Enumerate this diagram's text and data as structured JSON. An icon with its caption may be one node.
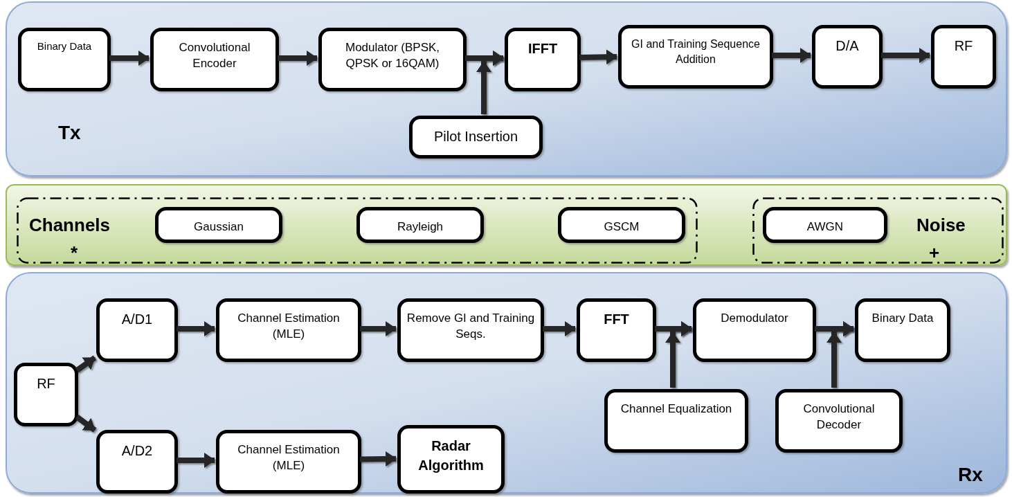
{
  "diagram": {
    "nodes": [
      {
        "text": [
          "Tx"
        ]
      },
      {
        "text": [
          "Binary Data"
        ],
        "in": 0
      },
      {
        "text": [
          "Convolutional Encoder"
        ],
        "in": 0
      },
      {
        "text": [
          "Modulator (BPSK, QPSK or 16QAM)"
        ],
        "in": 0
      },
      {
        "text": [
          "IFFT"
        ],
        "in": 0
      },
      {
        "text": [
          "GI and Training Sequence Addition"
        ],
        "in": 0
      },
      {
        "text": [
          "D/A"
        ],
        "in": 0
      },
      {
        "text": [
          "RF"
        ],
        "in": 0
      },
      {
        "text": [
          "Pilot Insertion"
        ],
        "in": 0
      },
      {
        "text": [],
        "shape": "band"
      },
      {
        "text": [
          "Channels",
          "*"
        ],
        "in": 9
      },
      {
        "text": [
          "Gaussian"
        ],
        "in": 10
      },
      {
        "text": [
          "Rayleigh"
        ],
        "in": 10
      },
      {
        "text": [
          "GSCM"
        ],
        "in": 10
      },
      {
        "text": [
          "Noise",
          "+"
        ],
        "in": 9
      },
      {
        "text": [
          "AWGN"
        ],
        "in": 14
      },
      {
        "text": [
          "Rx"
        ]
      },
      {
        "text": [
          "RF"
        ],
        "in": 16
      },
      {
        "text": [
          "A/D1"
        ],
        "in": 16
      },
      {
        "text": [
          "Channel Estimation (MLE)"
        ],
        "in": 16
      },
      {
        "text": [
          "Remove GI and Training Seqs."
        ],
        "in": 16
      },
      {
        "text": [
          "FFT"
        ],
        "in": 16
      },
      {
        "text": [
          "Demodulator"
        ],
        "in": 16
      },
      {
        "text": [
          "Binary Data"
        ],
        "in": 16
      },
      {
        "text": [
          "Channel Equalization"
        ],
        "in": 16
      },
      {
        "text": [
          "Convolutional Decoder"
        ],
        "in": 16
      },
      {
        "text": [
          "A/D2"
        ],
        "in": 16
      },
      {
        "text": [
          "Channel Estimation (MLE)"
        ],
        "in": 16
      },
      {
        "text": [
          "Radar Algorithm"
        ],
        "in": 16
      }
    ],
    "edges": [
      {
        "from": 1,
        "to": 2,
        "arrow": "to"
      },
      {
        "from": 2,
        "to": 3,
        "arrow": "to"
      },
      {
        "from": 3,
        "to": 4,
        "arrow": "to"
      },
      {
        "from": 4,
        "to": 5,
        "arrow": "to"
      },
      {
        "from": 5,
        "to": 6,
        "arrow": "to"
      },
      {
        "from": 6,
        "to": 7,
        "arrow": "to"
      },
      {
        "from": 8,
        "to": 4,
        "arrow": "to"
      },
      {
        "from": 17,
        "to": 18,
        "arrow": "to"
      },
      {
        "from": 17,
        "to": 26,
        "arrow": "to"
      },
      {
        "from": 18,
        "to": 19,
        "arrow": "to"
      },
      {
        "from": 19,
        "to": 20,
        "arrow": "to"
      },
      {
        "from": 20,
        "to": 21,
        "arrow": "to"
      },
      {
        "from": 21,
        "to": 22,
        "arrow": "to"
      },
      {
        "from": 22,
        "to": 23,
        "arrow": "to"
      },
      {
        "from": 24,
        "to": 22,
        "arrow": "to"
      },
      {
        "from": 25,
        "to": 23,
        "arrow": "to"
      },
      {
        "from": 26,
        "to": 27,
        "arrow": "to"
      },
      {
        "from": 27,
        "to": 28,
        "arrow": "to"
      }
    ]
  }
}
